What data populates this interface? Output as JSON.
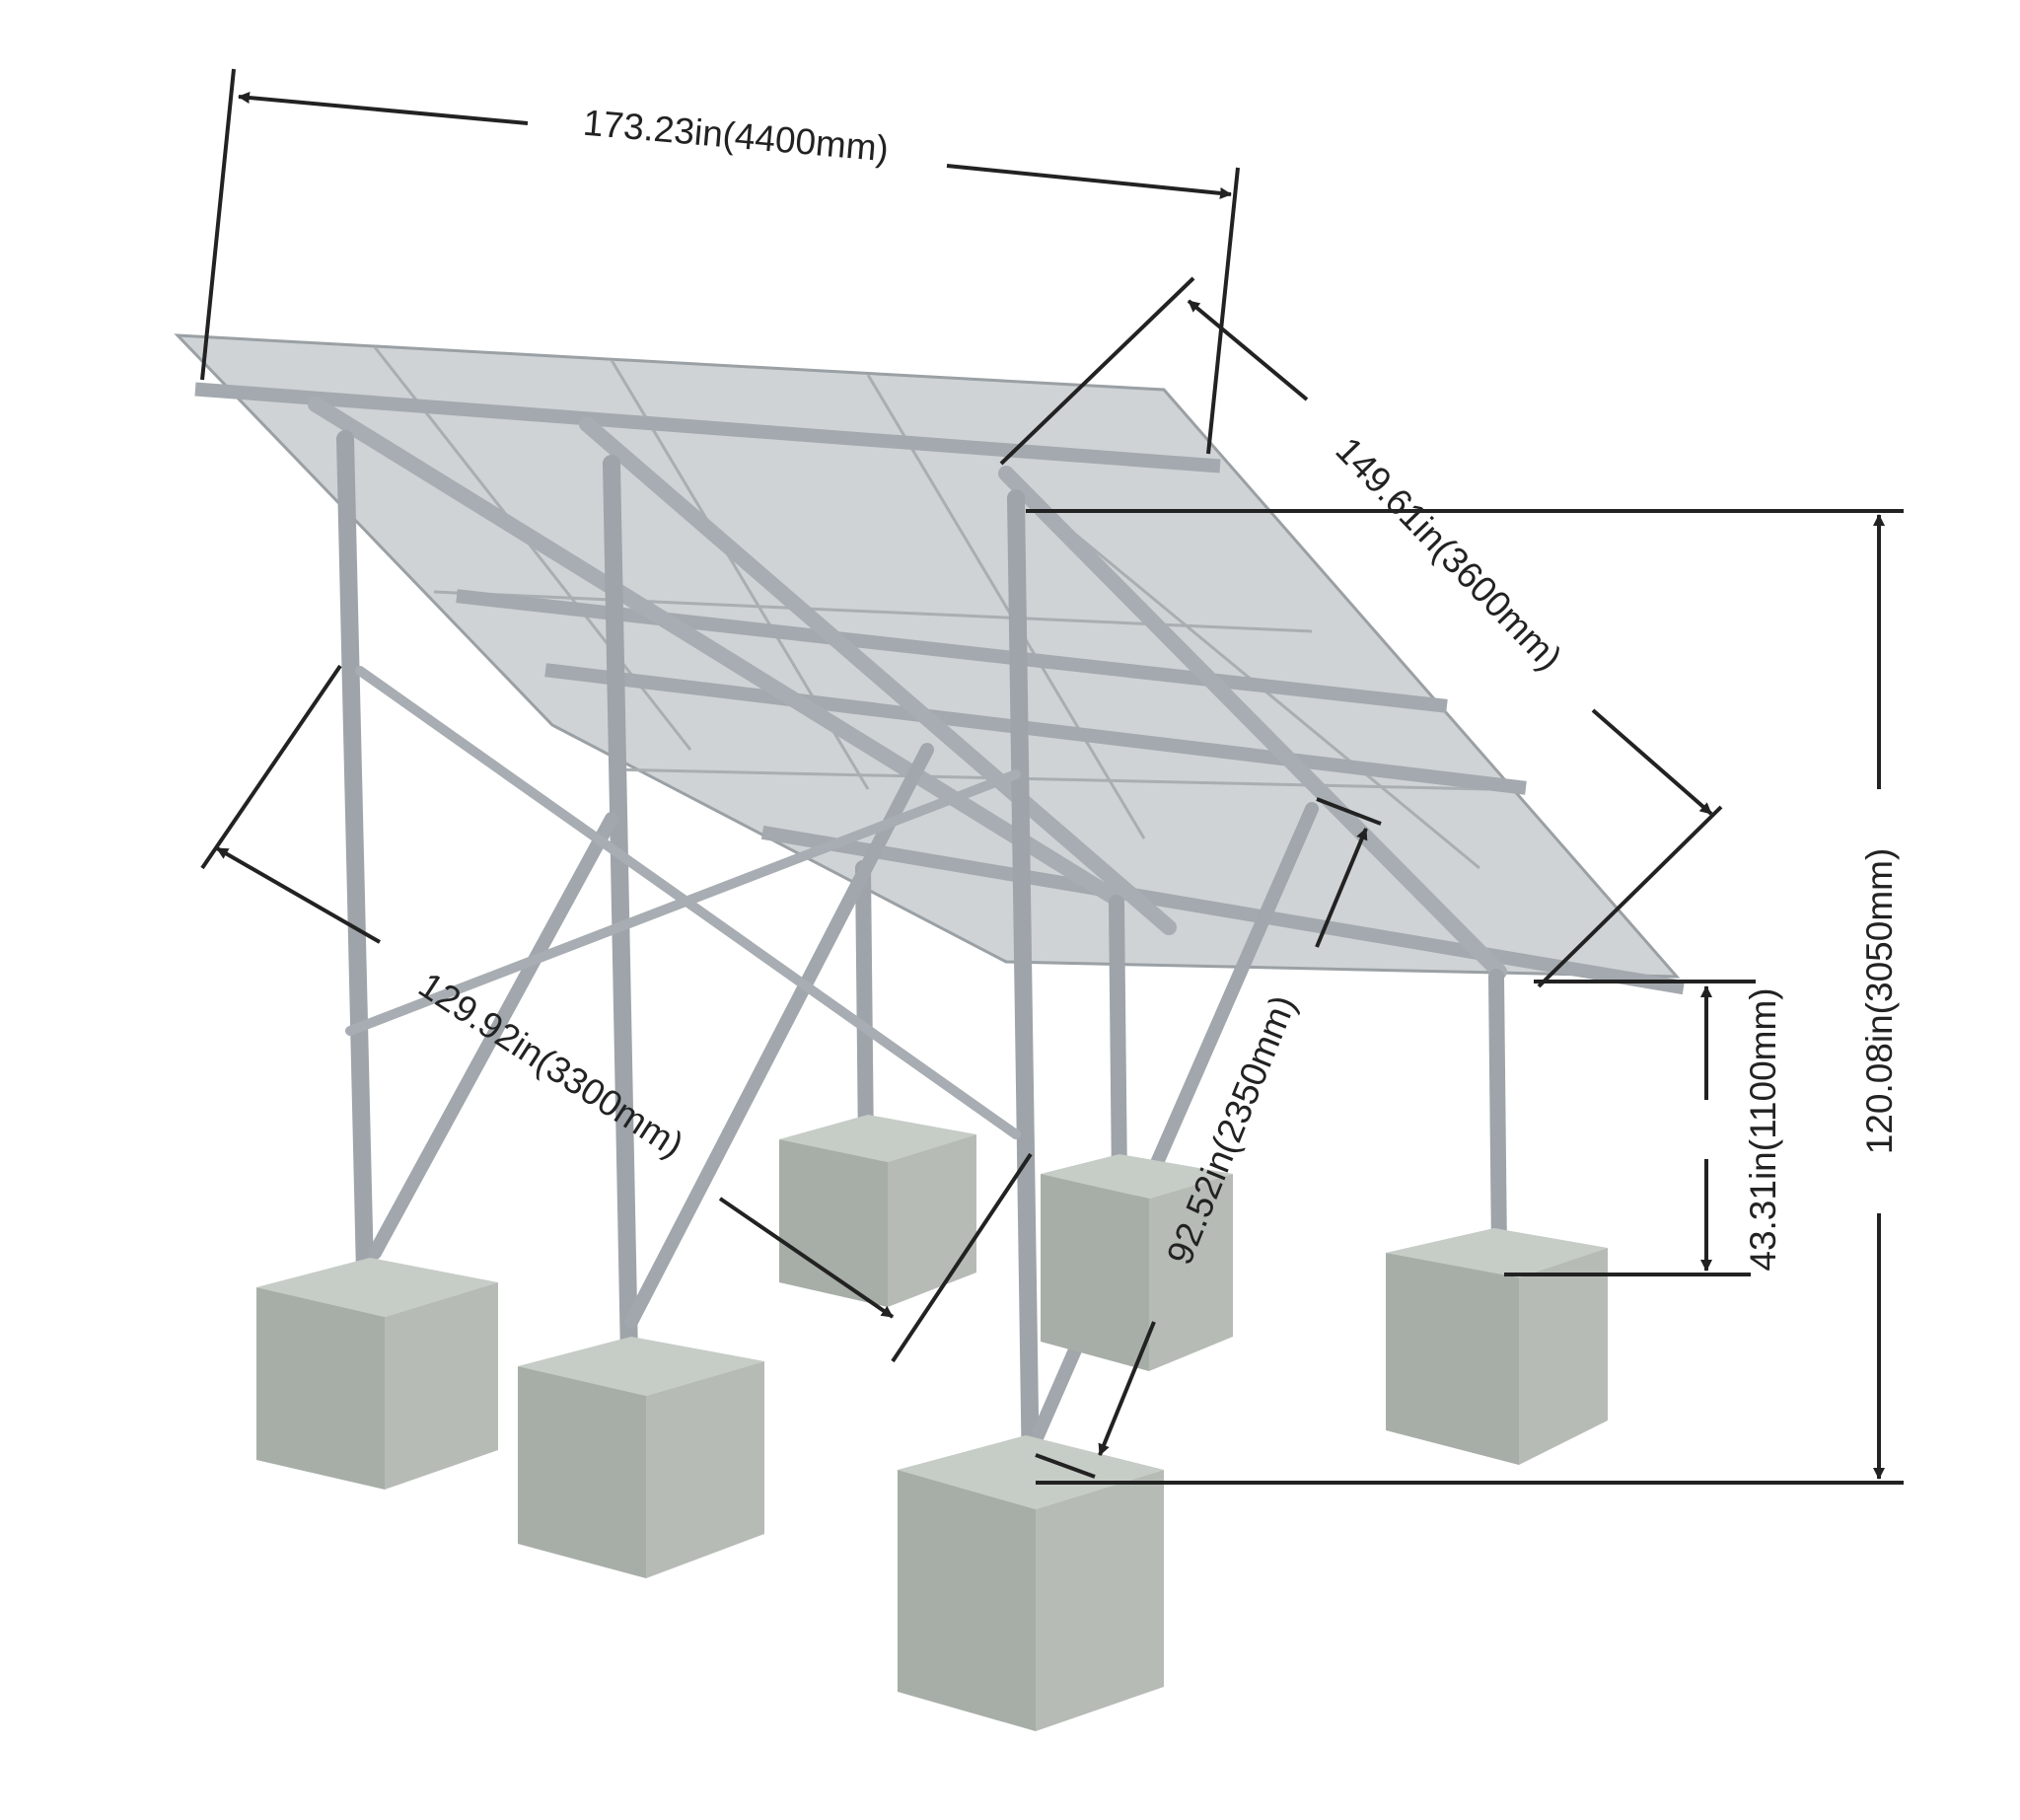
{
  "dimensions": {
    "top_width": "173.23in(4400mm)",
    "slope_length": "149.61in(3600mm)",
    "total_height": "120.08in(3050mm)",
    "front_height": "43.31in(1100mm)",
    "brace_length": "92.52in(2350mm)",
    "base_depth": "129.92in(3300mm)"
  },
  "colors": {
    "dimension_line": "#222222",
    "panel": "#c9cdd0",
    "panel_frame": "#aab0b4",
    "rail": "#a7adb2",
    "post": "#9da3a8",
    "concrete_top": "#c6ccc6",
    "concrete_left": "#a7aea7",
    "concrete_right": "#b6bcb5"
  }
}
